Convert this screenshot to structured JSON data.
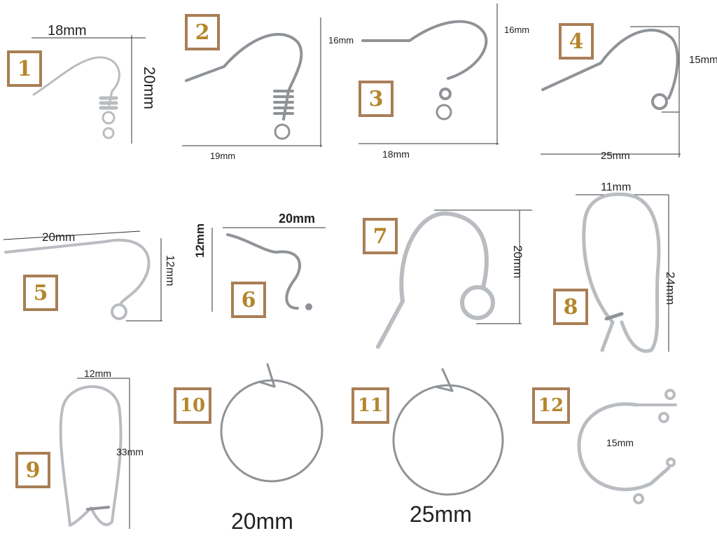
{
  "items": [
    {
      "number": "1",
      "dims": [
        "18mm",
        "20mm"
      ]
    },
    {
      "number": "2",
      "dims": [
        "19mm"
      ]
    },
    {
      "number": "3",
      "dims": [
        "16mm",
        "16mm",
        "18mm"
      ]
    },
    {
      "number": "4",
      "dims": [
        "15mm",
        "25mm"
      ]
    },
    {
      "number": "5",
      "dims": [
        "20mm",
        "12mm"
      ]
    },
    {
      "number": "6",
      "dims": [
        "20mm",
        "12mm"
      ]
    },
    {
      "number": "7",
      "dims": [
        "20mm"
      ]
    },
    {
      "number": "8",
      "dims": [
        "11mm",
        "24mm"
      ]
    },
    {
      "number": "9",
      "dims": [
        "12mm",
        "33mm"
      ]
    },
    {
      "number": "10",
      "dims": [
        "20mm"
      ]
    },
    {
      "number": "11",
      "dims": [
        "25mm"
      ]
    },
    {
      "number": "12",
      "dims": [
        "15mm"
      ]
    }
  ],
  "colors": {
    "badge_border": "#a97e55",
    "badge_text": "#b4862d",
    "wire": "#b9bcc0"
  }
}
